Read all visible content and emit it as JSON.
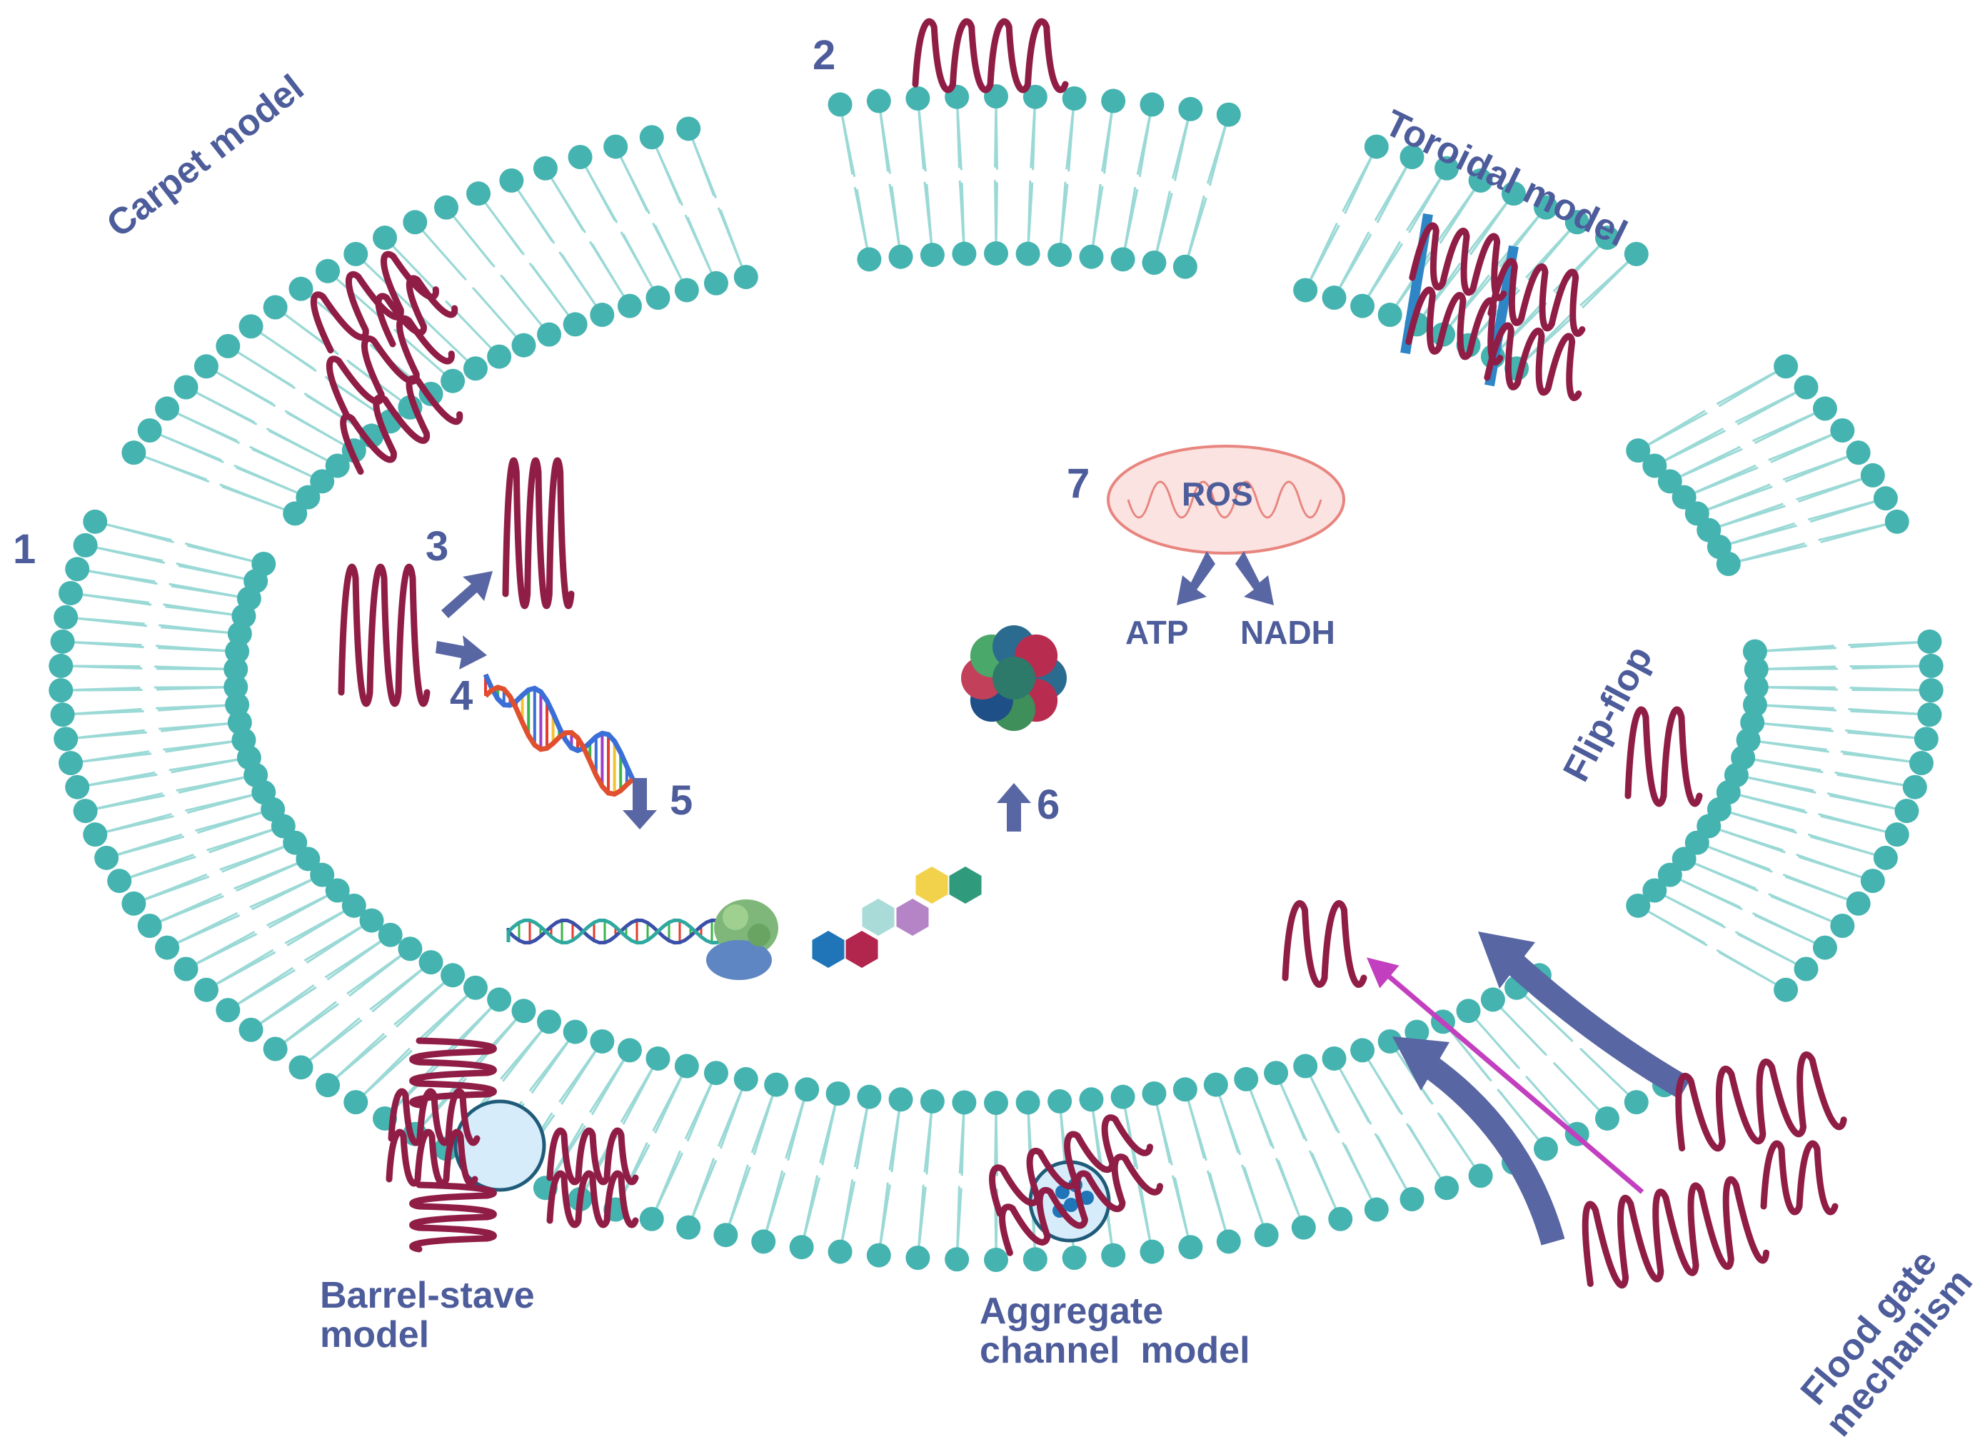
{
  "title": "",
  "labels": {
    "carpet": "Carpet model",
    "toroidal": "Toroidal model",
    "flipflop": "Flip-flop",
    "barrel_line1": "Barrel-stave",
    "barrel_line2": "model",
    "aggregate_line1": "Aggregate",
    "aggregate_line2": "channel  model",
    "floodgate_line1": "Flood gate",
    "floodgate_line2": "mechanism",
    "n1": "1",
    "n2": "2",
    "n3": "3",
    "n4": "4",
    "n5": "5",
    "n6": "6",
    "n7": "7",
    "ros": "ROS",
    "atp": "ATP",
    "nadh": "NADH"
  },
  "colors": {
    "lipid_head": "#45b3b0",
    "lipid_tail": "#9ad9d6",
    "peptide": "#8f1d45",
    "label_text": "#4d5c9a",
    "arrow": "#5866a3",
    "pore_fill": "#d7ecfb",
    "toroidal_bar": "#2f86c6",
    "flood_arrow": "#c23fbf",
    "mito_fill": "#fbe3e1",
    "mito_stroke": "#e8857f"
  },
  "icons": [
    "lipid-bilayer-icon",
    "peptide-icon",
    "dna-helix-icon",
    "ribosome-icon",
    "mitochondrion-icon",
    "protein-icon",
    "amino-acid-chain-icon",
    "pore-icon",
    "arrow-icon"
  ]
}
